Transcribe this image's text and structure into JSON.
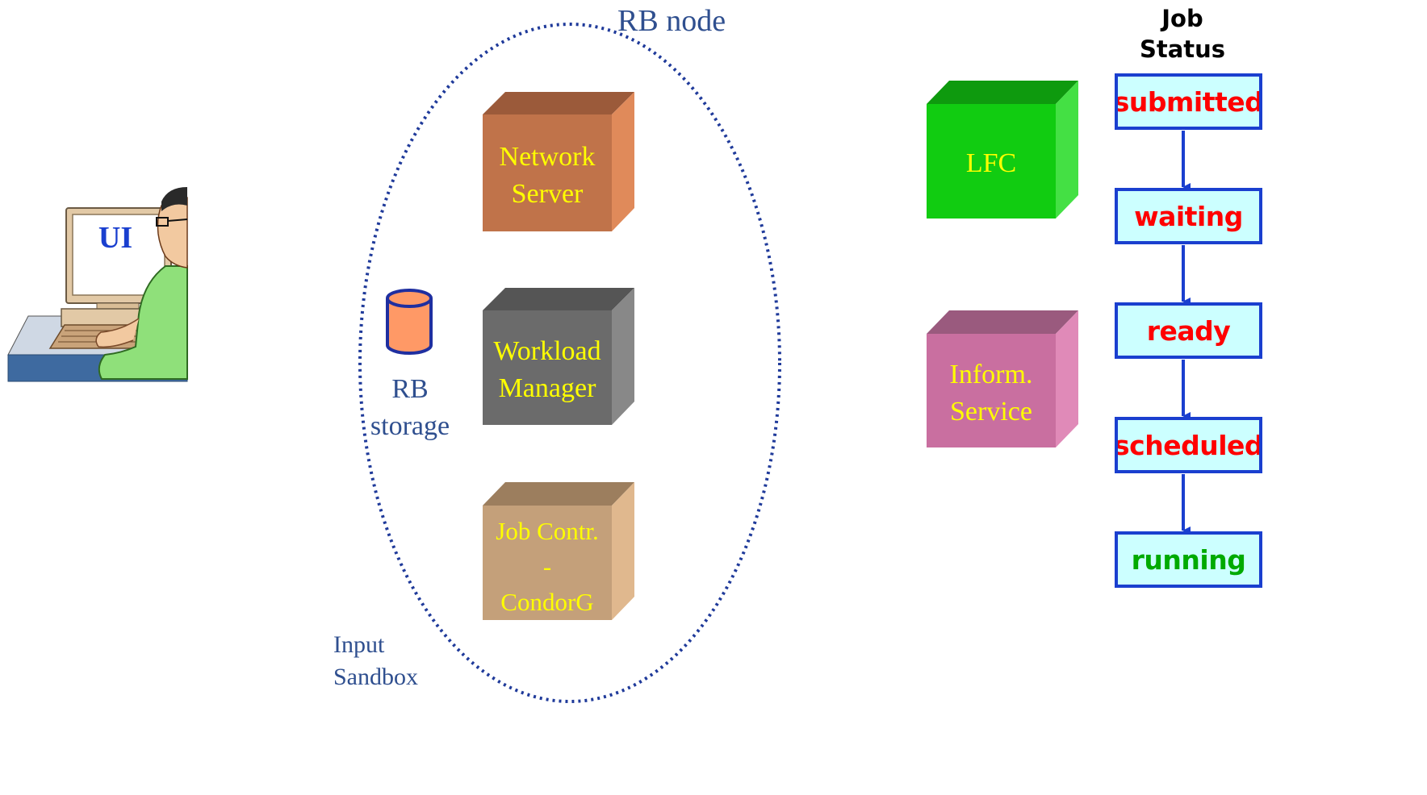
{
  "workstation": {
    "screen_label": "UI"
  },
  "rb_node": {
    "title": "RB node",
    "storage_label_line1": "RB",
    "storage_label_line2": "storage",
    "input_sandbox_line1": "Input",
    "input_sandbox_line2": "Sandbox",
    "components": [
      {
        "line1": "Network",
        "line2": "Server",
        "color": "#c0734a"
      },
      {
        "line1": "Workload",
        "line2": "Manager",
        "color": "#6b6b6b"
      },
      {
        "line1": "Job Contr.",
        "line2": "-",
        "line3": "CondorG",
        "color": "#c4a07a"
      }
    ]
  },
  "services": [
    {
      "label": "LFC",
      "color": "#11cc11"
    },
    {
      "line1": "Inform.",
      "line2": "Service",
      "color": "#c96fa0"
    }
  ],
  "job_status": {
    "title_line1": "Job",
    "title_line2": "Status",
    "states": [
      {
        "label": "submitted",
        "color": "#ff0000"
      },
      {
        "label": "waiting",
        "color": "#ff0000"
      },
      {
        "label": "ready",
        "color": "#ff0000"
      },
      {
        "label": "scheduled",
        "color": "#ff0000"
      },
      {
        "label": "running",
        "color": "#00aa00"
      }
    ]
  },
  "colors": {
    "status_border": "#1a3fcf",
    "status_fill": "#ccffff",
    "ellipse": "#1f3a9a",
    "label_text": "#2f4f8f"
  }
}
